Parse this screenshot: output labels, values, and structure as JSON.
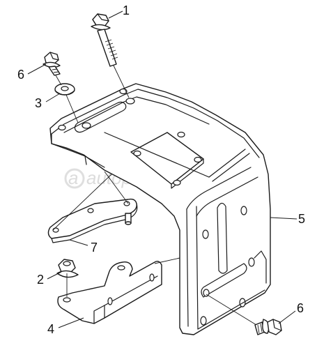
{
  "watermark": "autopiter.ru",
  "callouts": [
    {
      "id": "c1",
      "label": "1"
    },
    {
      "id": "c2",
      "label": "2"
    },
    {
      "id": "c3",
      "label": "3"
    },
    {
      "id": "c4",
      "label": "4"
    },
    {
      "id": "c5",
      "label": "5"
    },
    {
      "id": "c6a",
      "label": "6"
    },
    {
      "id": "c6b",
      "label": "6"
    },
    {
      "id": "c7",
      "label": "7"
    }
  ]
}
